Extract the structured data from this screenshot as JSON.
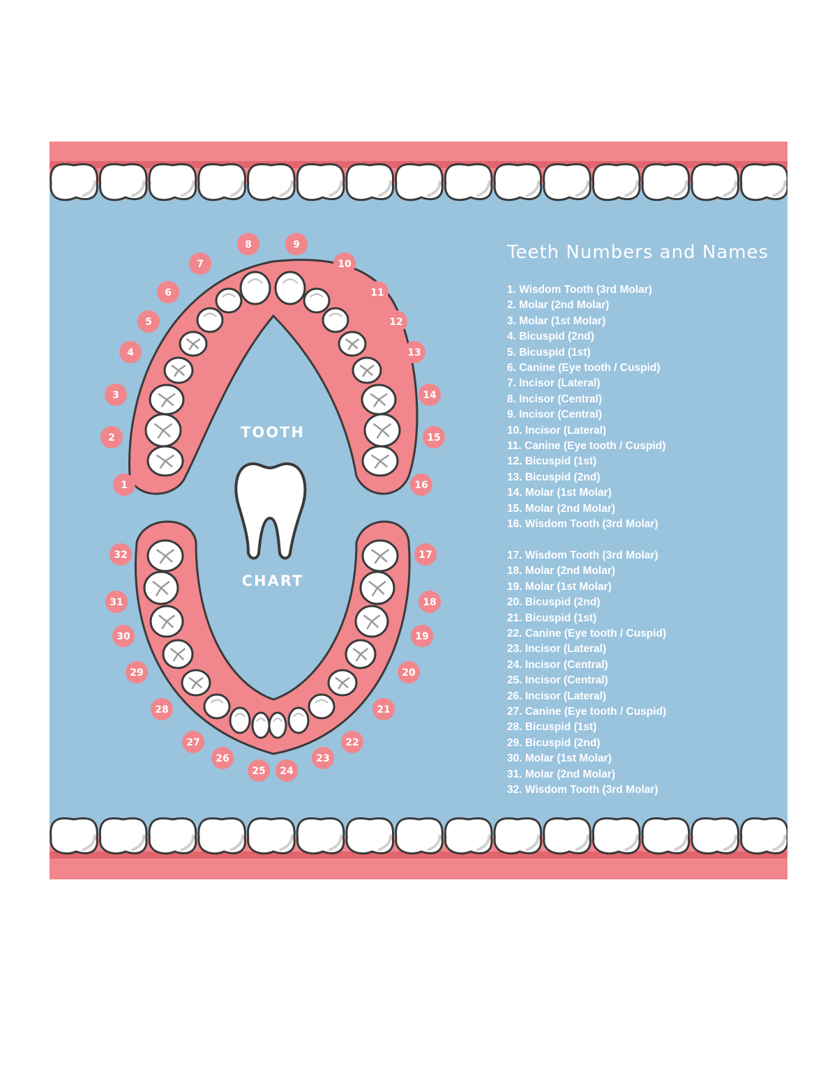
{
  "title": "Teeth Numbers and Names",
  "center_labels": {
    "top": "TOOTH",
    "bottom": "CHART"
  },
  "colors": {
    "background": "#9ac3dd",
    "gum": "#f1868c",
    "gum_dark": "#e3666f",
    "tooth": "#ffffff",
    "outline": "#3a3a3a",
    "badge": "#f1868c"
  },
  "upper_teeth": [
    {
      "number": "1",
      "name": "1. Wisdom Tooth (3rd Molar)"
    },
    {
      "number": "2",
      "name": "2. Molar (2nd Molar)"
    },
    {
      "number": "3",
      "name": "3. Molar (1st Molar)"
    },
    {
      "number": "4",
      "name": "4. Bicuspid (2nd)"
    },
    {
      "number": "5",
      "name": "5. Bicuspid (1st)"
    },
    {
      "number": "6",
      "name": "6. Canine (Eye tooth / Cuspid)"
    },
    {
      "number": "7",
      "name": "7. Incisor (Lateral)"
    },
    {
      "number": "8",
      "name": "8. Incisor (Central)"
    },
    {
      "number": "9",
      "name": "9. Incisor (Central)"
    },
    {
      "number": "10",
      "name": "10. Incisor (Lateral)"
    },
    {
      "number": "11",
      "name": "11. Canine (Eye tooth / Cuspid)"
    },
    {
      "number": "12",
      "name": "12. Bicuspid (1st)"
    },
    {
      "number": "13",
      "name": "13. Bicuspid (2nd)"
    },
    {
      "number": "14",
      "name": "14. Molar (1st Molar)"
    },
    {
      "number": "15",
      "name": "15. Molar (2nd Molar)"
    },
    {
      "number": "16",
      "name": "16. Wisdom Tooth (3rd Molar)"
    }
  ],
  "lower_teeth": [
    {
      "number": "17",
      "name": "17. Wisdom Tooth (3rd Molar)"
    },
    {
      "number": "18",
      "name": "18. Molar (2nd Molar)"
    },
    {
      "number": "19",
      "name": "19. Molar (1st Molar)"
    },
    {
      "number": "20",
      "name": "20. Bicuspid (2nd)"
    },
    {
      "number": "21",
      "name": "21. Bicuspid (1st)"
    },
    {
      "number": "22",
      "name": "22. Canine (Eye tooth / Cuspid)"
    },
    {
      "number": "23",
      "name": "23. Incisor (Lateral)"
    },
    {
      "number": "24",
      "name": "24. Incisor (Central)"
    },
    {
      "number": "25",
      "name": "25. Incisor (Central)"
    },
    {
      "number": "26",
      "name": "26. Incisor (Lateral)"
    },
    {
      "number": "27",
      "name": "27. Canine (Eye tooth / Cuspid)"
    },
    {
      "number": "28",
      "name": "28. Bicuspid (1st)"
    },
    {
      "number": "29",
      "name": "29. Bicuspid (2nd)"
    },
    {
      "number": "30",
      "name": "30. Molar (1st Molar)"
    },
    {
      "number": "31",
      "name": "31. Molar (2nd Molar)"
    },
    {
      "number": "32",
      "name": "32. Wisdom Tooth (3rd Molar)"
    }
  ]
}
